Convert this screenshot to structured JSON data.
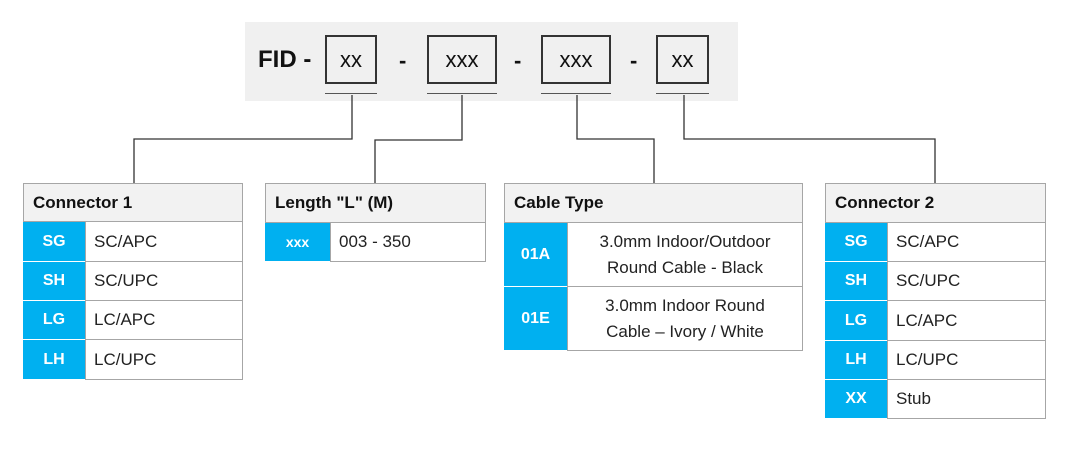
{
  "header": {
    "prefix": "FID -",
    "separators": [
      "-",
      "-",
      "-"
    ],
    "segments": [
      "xx",
      "xxx",
      "xxx",
      "xx"
    ]
  },
  "connector1": {
    "title": "Connector 1",
    "rows": [
      {
        "code": "SG",
        "desc": "SC/APC"
      },
      {
        "code": "SH",
        "desc": "SC/UPC"
      },
      {
        "code": "LG",
        "desc": "LC/APC"
      },
      {
        "code": "LH",
        "desc": "LC/UPC"
      }
    ]
  },
  "length": {
    "title": "Length \"L\" (M)",
    "rows": [
      {
        "code": "xxx",
        "desc": "003 - 350"
      }
    ]
  },
  "cable_type": {
    "title": "Cable Type",
    "rows": [
      {
        "code": "01A",
        "desc_line1": "3.0mm Indoor/Outdoor",
        "desc_line2": "Round Cable - Black"
      },
      {
        "code": "01E",
        "desc_line1": "3.0mm Indoor Round",
        "desc_line2": "Cable – Ivory / White"
      }
    ]
  },
  "connector2": {
    "title": "Connector 2",
    "rows": [
      {
        "code": "SG",
        "desc": "SC/APC"
      },
      {
        "code": "SH",
        "desc": "SC/UPC"
      },
      {
        "code": "LG",
        "desc": "LC/APC"
      },
      {
        "code": "LH",
        "desc": "LC/UPC"
      },
      {
        "code": "XX",
        "desc": "Stub"
      }
    ]
  },
  "colors": {
    "accent": "#00b0f0",
    "header_band": "#f0f0f0",
    "border": "#a6a6a6",
    "line": "#333333"
  }
}
